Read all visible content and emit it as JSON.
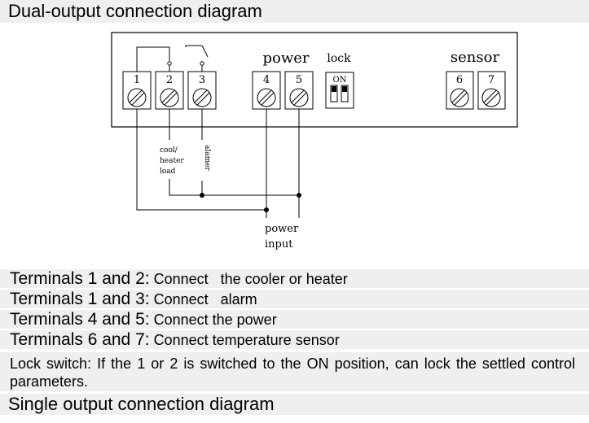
{
  "heading": "Dual-output connection diagram",
  "diagram": {
    "terminals": [
      "1",
      "2",
      "3",
      "4",
      "5",
      "6",
      "7"
    ],
    "group_labels": {
      "power": "power",
      "lock": "lock",
      "sensor": "sensor"
    },
    "switch_label": "ON",
    "load_label": [
      "cool/",
      "heater",
      "load"
    ],
    "alarm_label": "alamer",
    "power_input_label": [
      "power",
      "input"
    ]
  },
  "instructions": [
    {
      "lead": "Terminals 1 and 2:",
      "rest": " Connect   the cooler or heater"
    },
    {
      "lead": "Terminals 1 and 3:",
      "rest": " Connect   alarm"
    },
    {
      "lead": "Terminals 4 and 5:",
      "rest": " Connect the power"
    },
    {
      "lead": "Terminals 6 and 7:",
      "rest": " Connect temperature sensor"
    }
  ],
  "lock_note": "Lock switch: If the 1 or 2 is switched to the ON position, can lock the settled control parameters.",
  "footer_heading": "Single output connection diagram",
  "colors": {
    "band": "#efefef",
    "line": "#000000",
    "background": "#ffffff"
  }
}
